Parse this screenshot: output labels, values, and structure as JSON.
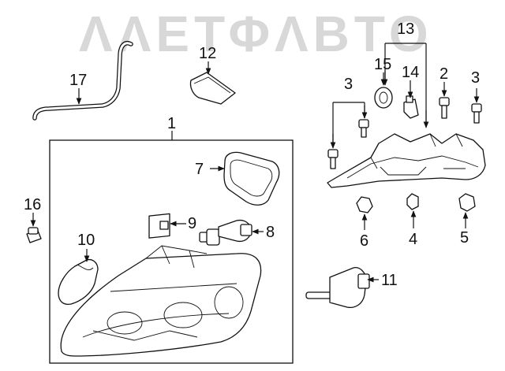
{
  "watermark": "ΛΛΕΤΦΛΒΤΟ",
  "callouts": {
    "c1": "1",
    "c2": "2",
    "c3a": "3",
    "c3b": "3",
    "c4": "4",
    "c5": "5",
    "c6": "6",
    "c7": "7",
    "c8": "8",
    "c9": "9",
    "c10": "10",
    "c11": "11",
    "c12": "12",
    "c13": "13",
    "c14": "14",
    "c15": "15",
    "c16": "16",
    "c17": "17"
  }
}
